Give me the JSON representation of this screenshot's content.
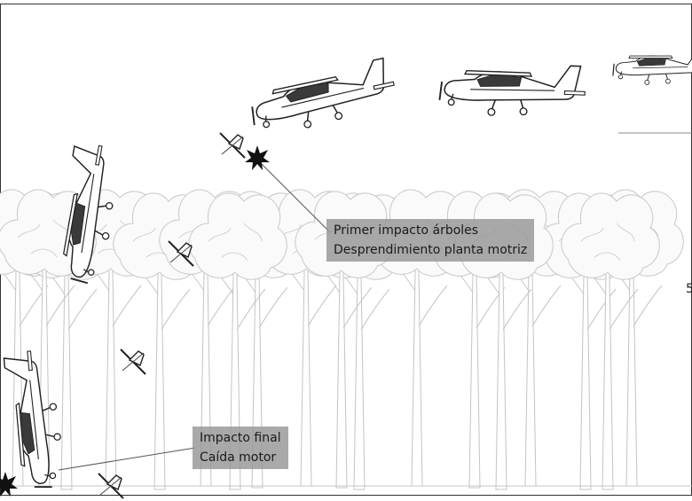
{
  "annotations": {
    "first_impact": {
      "line1": "Primer impacto árboles",
      "line2": "Desprendimiento planta motriz"
    },
    "final_impact": {
      "line1": "Impacto final",
      "line2": "Caída motor"
    },
    "edge_fragment": "5"
  },
  "colors": {
    "label_bg": "#969696",
    "tree_stroke": "#bdbdbd",
    "aircraft_stroke": "#222222",
    "frame": "#333333"
  },
  "icons": [
    "aircraft-icon",
    "impact-burst-icon",
    "propeller-debris-icon",
    "tree-icon"
  ]
}
